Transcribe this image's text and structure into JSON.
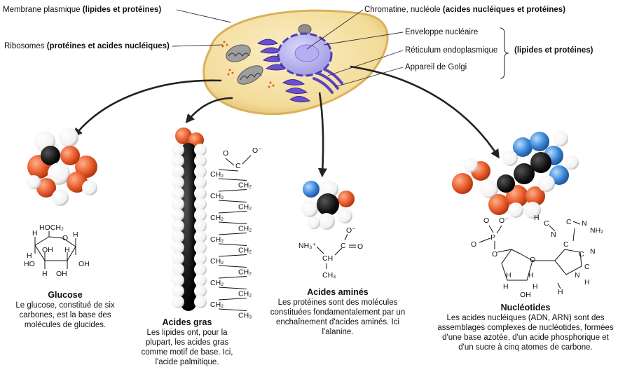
{
  "labels": {
    "membrane": {
      "name": "Membrane plasmique",
      "detail": "(lipides et protéines)"
    },
    "ribosomes": {
      "name": "Ribosomes",
      "detail": "(protéines et acides nucléiques)"
    },
    "chromatine": {
      "name": "Chromatine, nucléole",
      "detail": "(acides nucléiques et protéines)"
    },
    "enveloppe": "Enveloppe nucléaire",
    "reticulum": "Réticulum endoplasmique",
    "golgi": "Appareil de Golgi",
    "group_detail": "(lipides et protéines)"
  },
  "captions": {
    "glucose": {
      "title": "Glucose",
      "text": "Le glucose, constitué de six carbones, est la base des molécules de glucides."
    },
    "acides_gras": {
      "title": "Acides gras",
      "text": "Les lipides ont, pour la plupart, les acides gras comme motif de base. Ici, l'acide palmitique."
    },
    "acides_amines": {
      "title": "Acides aminés",
      "text": "Les protéines sont des molécules constituées fondamentalement par un enchaînement d'acides aminés. Ici l'alanine."
    },
    "nucleotides": {
      "title": "Nucléotides",
      "text": "Les acides nucléiques (ADN, ARN) sont des assemblages complexes de nucléotides, formées d'une base azotée, d'un acide phosphorique et d'un sucre à cinq atomes de carbone."
    }
  },
  "formulas": {
    "glucose": {
      "hoch2": "HOCH₂",
      "h": "H",
      "o": "O",
      "oh": "OH",
      "ho": "HO"
    },
    "fatty": {
      "ch2": "CH₂",
      "ch3": "CH₃",
      "c": "C",
      "o": "O",
      "o_minus": "O⁻"
    },
    "alanine": {
      "nh3": "NH₃⁺",
      "ch": "CH",
      "c": "C",
      "o": "O",
      "o_minus": "O⁻",
      "ch3": "CH₃"
    },
    "nucleotide": {
      "p": "P",
      "o": "O",
      "o_minus": "O⁻",
      "h": "H",
      "c": "C",
      "n": "N",
      "nh2": "NH₂",
      "oh": "OH"
    }
  },
  "colors": {
    "cell_fill": "#f3dc9a",
    "cell_edge": "#d9b25a",
    "nucleus": "#b3aee8",
    "er": "#6a4fd0",
    "oxygen": "#e85a2a",
    "nitrogen": "#3a86d8",
    "carbon": "#111111",
    "hydrogen": "#ffffff"
  }
}
